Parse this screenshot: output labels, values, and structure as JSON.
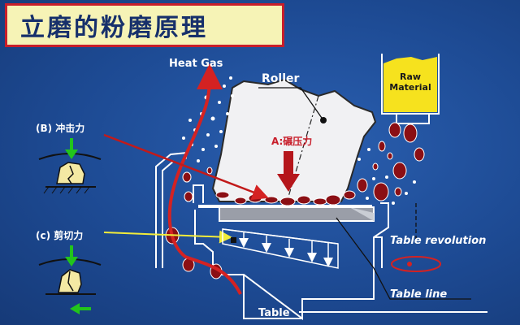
{
  "title": "立磨的粉磨原理",
  "labels": {
    "heat_gas": "Heat Gas",
    "roller": "Roller",
    "raw_material_line1": "Raw",
    "raw_material_line2": "Material",
    "force_a": "A:碾压力",
    "force_b": "(B)  冲击力",
    "force_c": "(c)  剪切力",
    "table_revolution": "Table revolution",
    "table_line": "Table line",
    "table": "Table"
  },
  "colors": {
    "background": "#1d4a93",
    "title_bg": "#f6f3b6",
    "title_border": "#c81e2a",
    "title_text": "#17306b",
    "particle_red": "#8b0f14",
    "arrow_red": "#d42222",
    "arrow_green": "#22c41c",
    "arrow_yellow": "#f2ec3a",
    "raw_material_box": "#f6e21e",
    "roller_fill": "#f1f1f3"
  }
}
